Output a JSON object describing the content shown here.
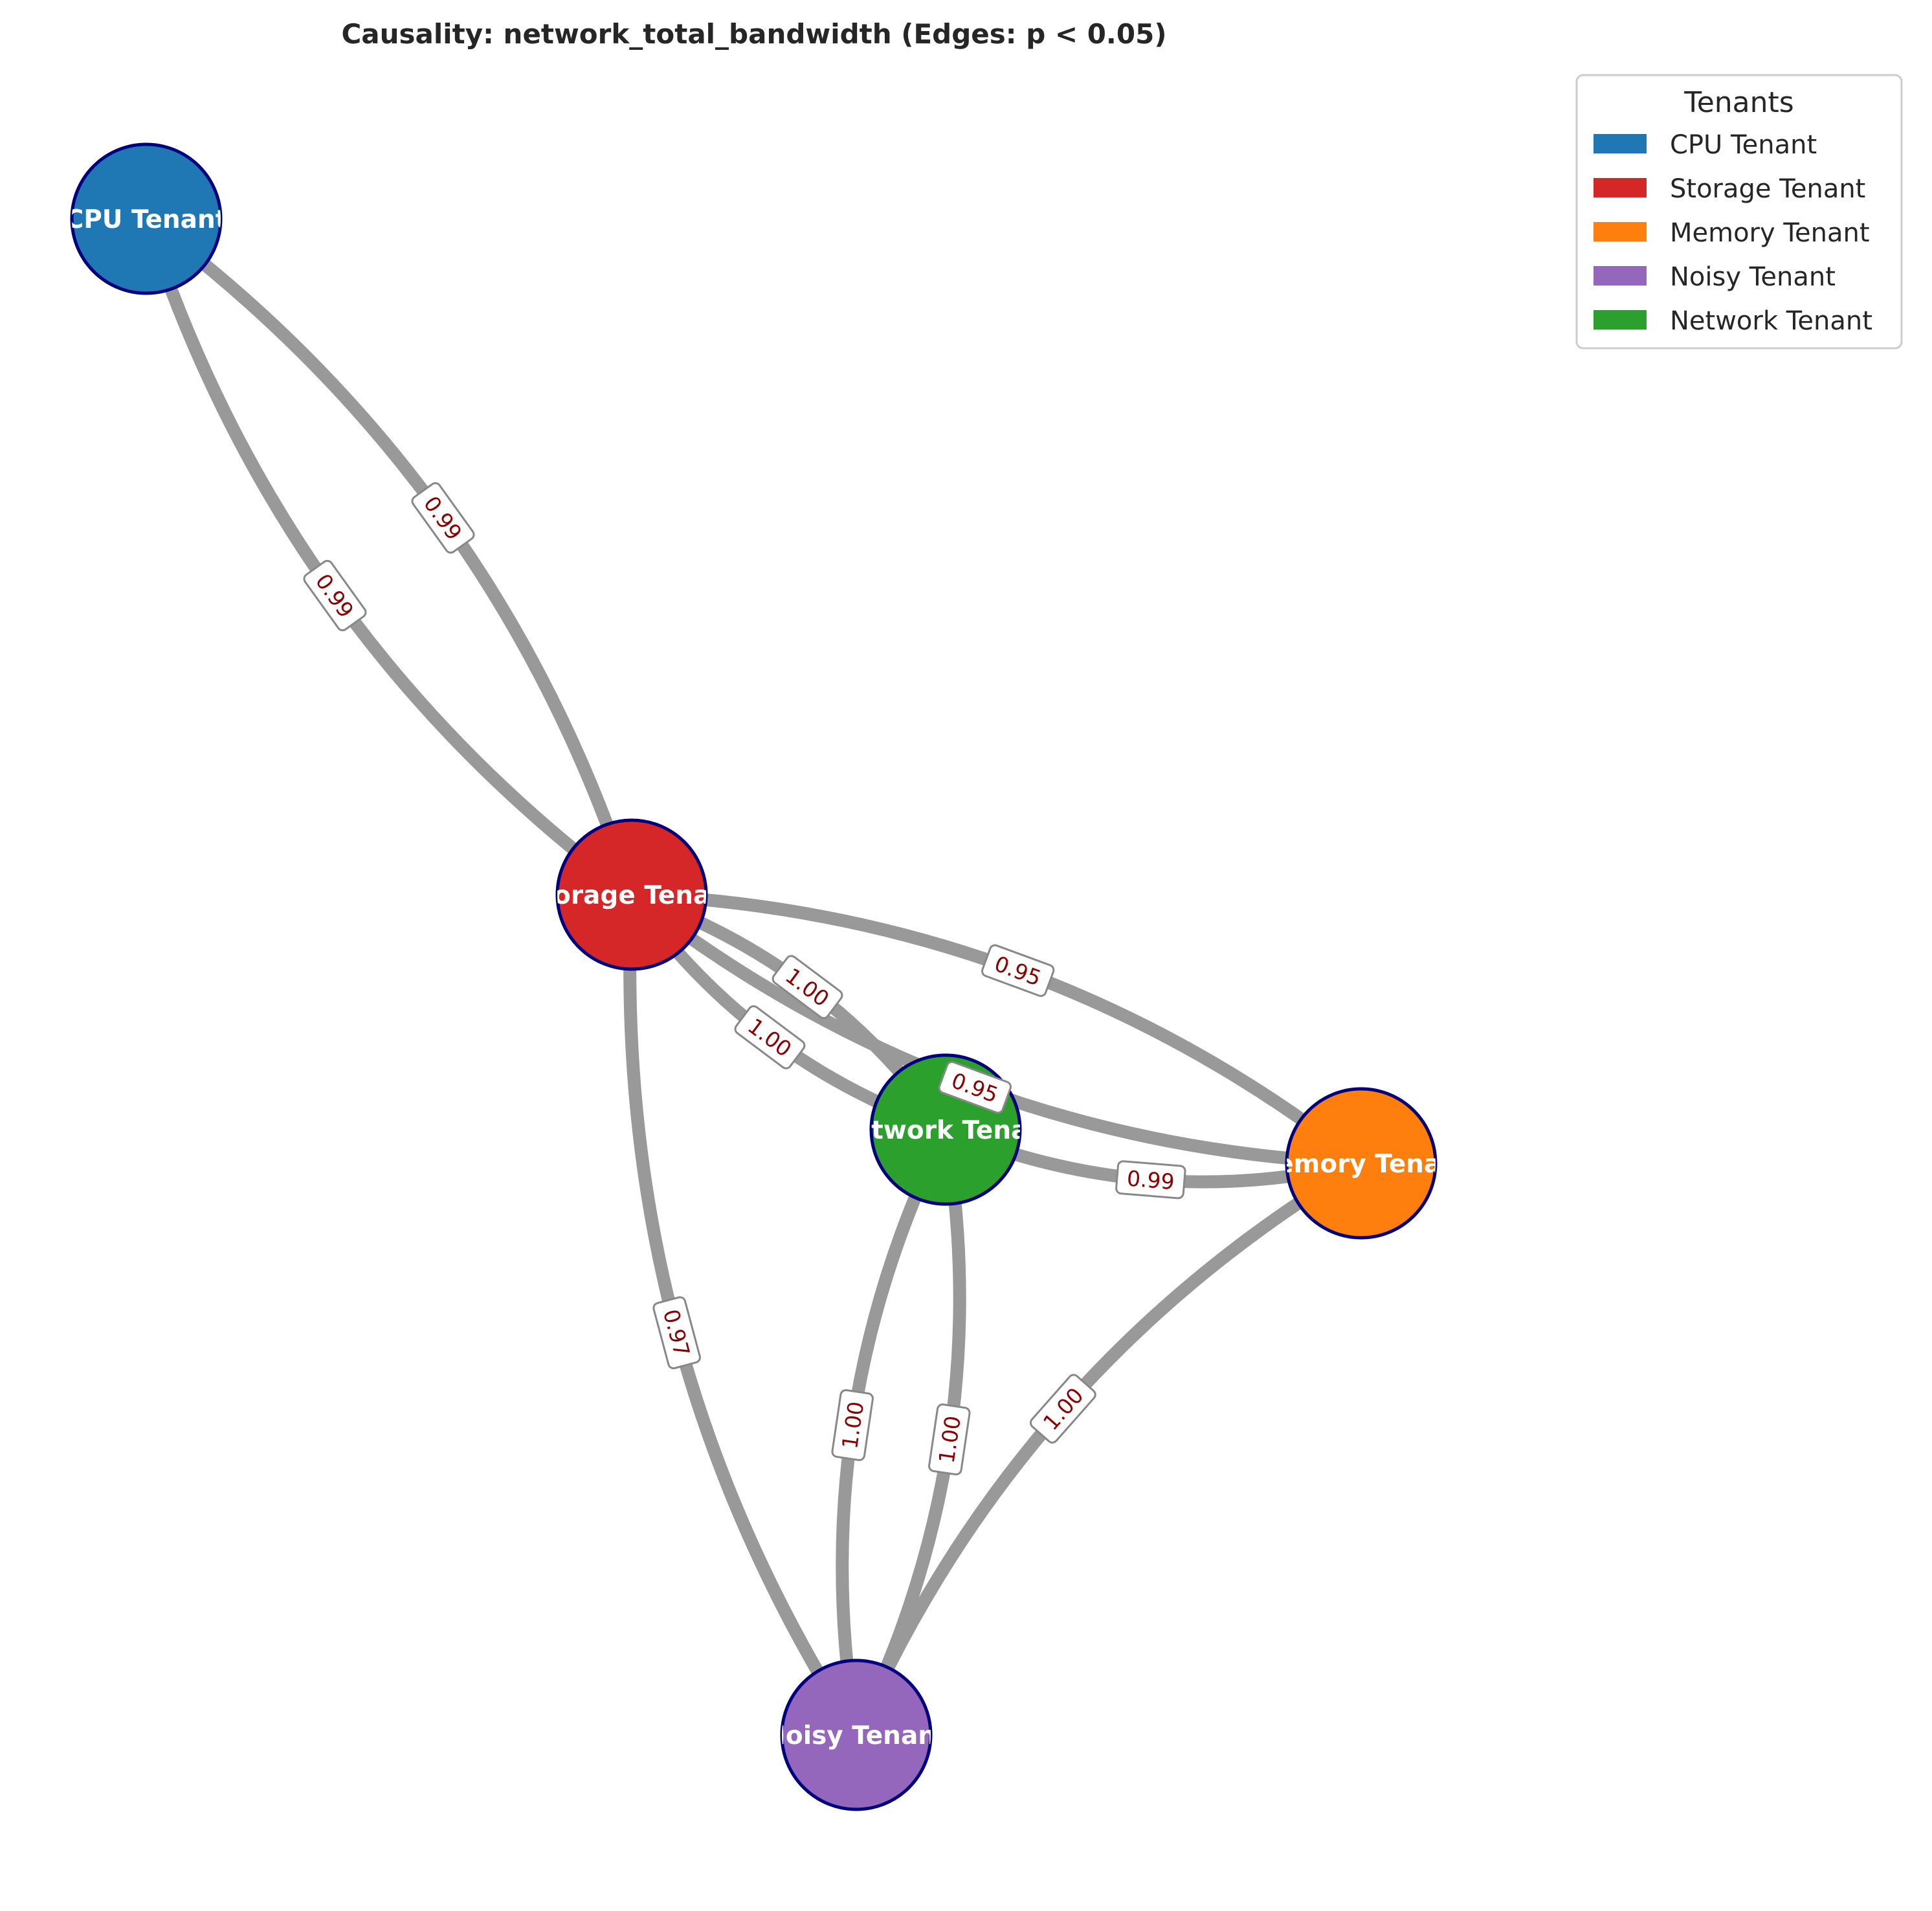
{
  "title": "Causality: network_total_bandwidth (Edges: p < 0.05)",
  "colors": {
    "edge": "#999999",
    "edge_label_text": "#8b0000",
    "node_border": "#00007f"
  },
  "nodes": [
    {
      "id": "cpu",
      "label": "CPU Tenant",
      "color": "#1f77b4"
    },
    {
      "id": "storage",
      "label": "Storage Tenant",
      "color": "#d62728"
    },
    {
      "id": "network",
      "label": "Network Tenant",
      "color": "#2ca02c"
    },
    {
      "id": "memory",
      "label": "Memory Tenant",
      "color": "#ff7f0e"
    },
    {
      "id": "noisy",
      "label": "Noisy Tenant",
      "color": "#9467bd"
    }
  ],
  "edges": [
    {
      "from": "cpu",
      "to": "storage",
      "label": "0.99"
    },
    {
      "from": "storage",
      "to": "cpu",
      "label": "0.99"
    },
    {
      "from": "storage",
      "to": "network",
      "label": "1.00"
    },
    {
      "from": "network",
      "to": "storage",
      "label": "1.00"
    },
    {
      "from": "storage",
      "to": "memory",
      "label": "0.95"
    },
    {
      "from": "memory",
      "to": "storage",
      "label": "0.95"
    },
    {
      "from": "network",
      "to": "memory",
      "label": "0.99"
    },
    {
      "from": "storage",
      "to": "noisy",
      "label": "0.97"
    },
    {
      "from": "network",
      "to": "noisy",
      "label": "1.00"
    },
    {
      "from": "noisy",
      "to": "network",
      "label": "1.00"
    },
    {
      "from": "memory",
      "to": "noisy",
      "label": "1.00"
    }
  ],
  "legend": {
    "title": "Tenants",
    "items": [
      {
        "label": "CPU Tenant",
        "color": "#1f77b4"
      },
      {
        "label": "Storage Tenant",
        "color": "#d62728"
      },
      {
        "label": "Memory Tenant",
        "color": "#ff7f0e"
      },
      {
        "label": "Noisy Tenant",
        "color": "#9467bd"
      },
      {
        "label": "Network Tenant",
        "color": "#2ca02c"
      }
    ]
  }
}
